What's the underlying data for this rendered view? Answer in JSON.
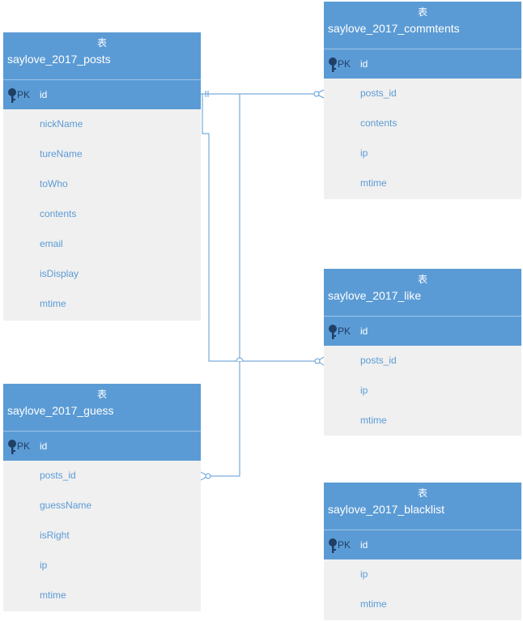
{
  "entity_kind_label": "表",
  "pk_label": "PK",
  "colors": {
    "header": "#5b9bd5",
    "body": "#f0f0f0",
    "line": "#5b9bd5"
  },
  "entities": {
    "posts": {
      "name": "saylove_2017_posts",
      "pk": "id",
      "fields": [
        "nickName",
        "tureName",
        "toWho",
        "contents",
        "email",
        "isDisplay",
        "mtime"
      ]
    },
    "commtents": {
      "name": "saylove_2017_commtents",
      "pk": "id",
      "fields": [
        "posts_id",
        "contents",
        "ip",
        "mtime"
      ]
    },
    "like": {
      "name": "saylove_2017_like",
      "pk": "id",
      "fields": [
        "posts_id",
        "ip",
        "mtime"
      ]
    },
    "guess": {
      "name": "saylove_2017_guess",
      "pk": "id",
      "fields": [
        "posts_id",
        "guessName",
        "isRight",
        "ip",
        "mtime"
      ]
    },
    "blacklist": {
      "name": "saylove_2017_blacklist",
      "pk": "id",
      "fields": [
        "ip",
        "mtime"
      ]
    }
  }
}
